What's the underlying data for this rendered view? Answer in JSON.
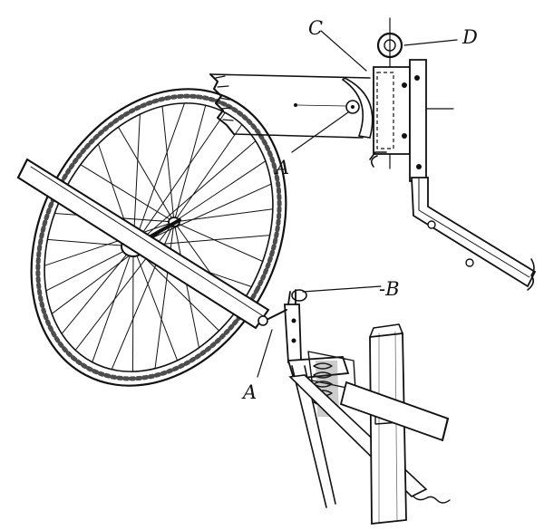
{
  "labels": {
    "A_upper": "A",
    "A_lower": "A",
    "B": "-B",
    "C": "C",
    "D": "D"
  },
  "colors": {
    "ink": "#111111",
    "paper": "#ffffff"
  }
}
